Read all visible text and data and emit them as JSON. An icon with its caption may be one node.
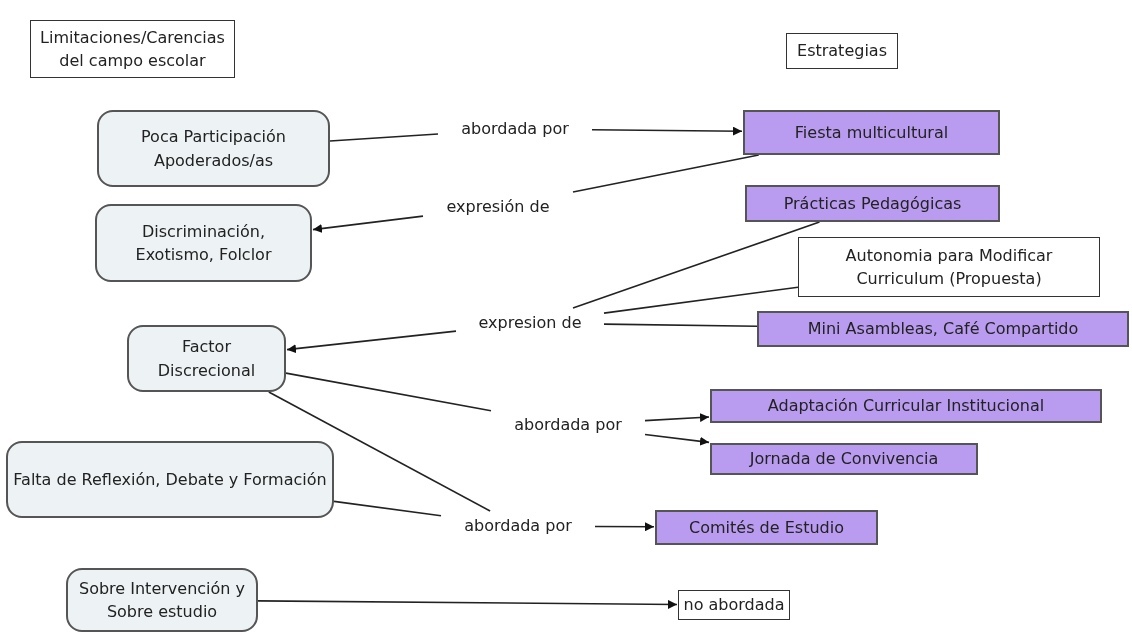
{
  "diagram": {
    "nodes": [
      {
        "text": [
          "Limitaciones/Carencias del campo escolar"
        ]
      },
      {
        "text": [
          "Estrategias"
        ]
      },
      {
        "text": [
          "Poca Participación Apoderados/as"
        ]
      },
      {
        "text": [
          "Discriminación, Exotismo, Folclor"
        ]
      },
      {
        "text": [
          "Factor Discrecional"
        ]
      },
      {
        "text": [
          "Falta de Reflexión, Debate y Formación"
        ]
      },
      {
        "text": [
          "Sobre Intervención y Sobre estudio"
        ]
      },
      {
        "text": [
          "abordada por"
        ]
      },
      {
        "text": [
          "Fiesta multicultural"
        ]
      },
      {
        "text": [
          "expresión de"
        ]
      },
      {
        "text": [
          "Prácticas Pedagógicas"
        ]
      },
      {
        "text": [
          "Autonomia para Modificar Curriculum (Propuesta)"
        ]
      },
      {
        "text": [
          "expresion de"
        ]
      },
      {
        "text": [
          "Mini Asambleas, Café Compartido"
        ]
      },
      {
        "text": [
          "abordada por"
        ]
      },
      {
        "text": [
          "Adaptación Curricular Institucional"
        ]
      },
      {
        "text": [
          "Jornada de Convivencia"
        ]
      },
      {
        "text": [
          "abordada por"
        ]
      },
      {
        "text": [
          "Comités de Estudio"
        ]
      },
      {
        "text": [
          "no abordada"
        ]
      }
    ],
    "edges": [
      {
        "from": 2,
        "to": 7,
        "arrow": "none"
      },
      {
        "from": 7,
        "to": 8,
        "arrow": "to"
      },
      {
        "from": 8,
        "to": 9,
        "arrow": "none"
      },
      {
        "from": 9,
        "to": 3,
        "arrow": "to"
      },
      {
        "from": 10,
        "to": 12,
        "arrow": "none"
      },
      {
        "from": 11,
        "to": 12,
        "arrow": "none"
      },
      {
        "from": 13,
        "to": 12,
        "arrow": "none"
      },
      {
        "from": 12,
        "to": 4,
        "arrow": "to"
      },
      {
        "from": 4,
        "to": 14,
        "arrow": "none"
      },
      {
        "from": 14,
        "to": 15,
        "arrow": "to"
      },
      {
        "from": 14,
        "to": 16,
        "arrow": "to"
      },
      {
        "from": 4,
        "to": 17,
        "arrow": "none"
      },
      {
        "from": 5,
        "to": 17,
        "arrow": "none"
      },
      {
        "from": 17,
        "to": 18,
        "arrow": "to"
      },
      {
        "from": 6,
        "to": 19,
        "arrow": "to"
      }
    ]
  }
}
